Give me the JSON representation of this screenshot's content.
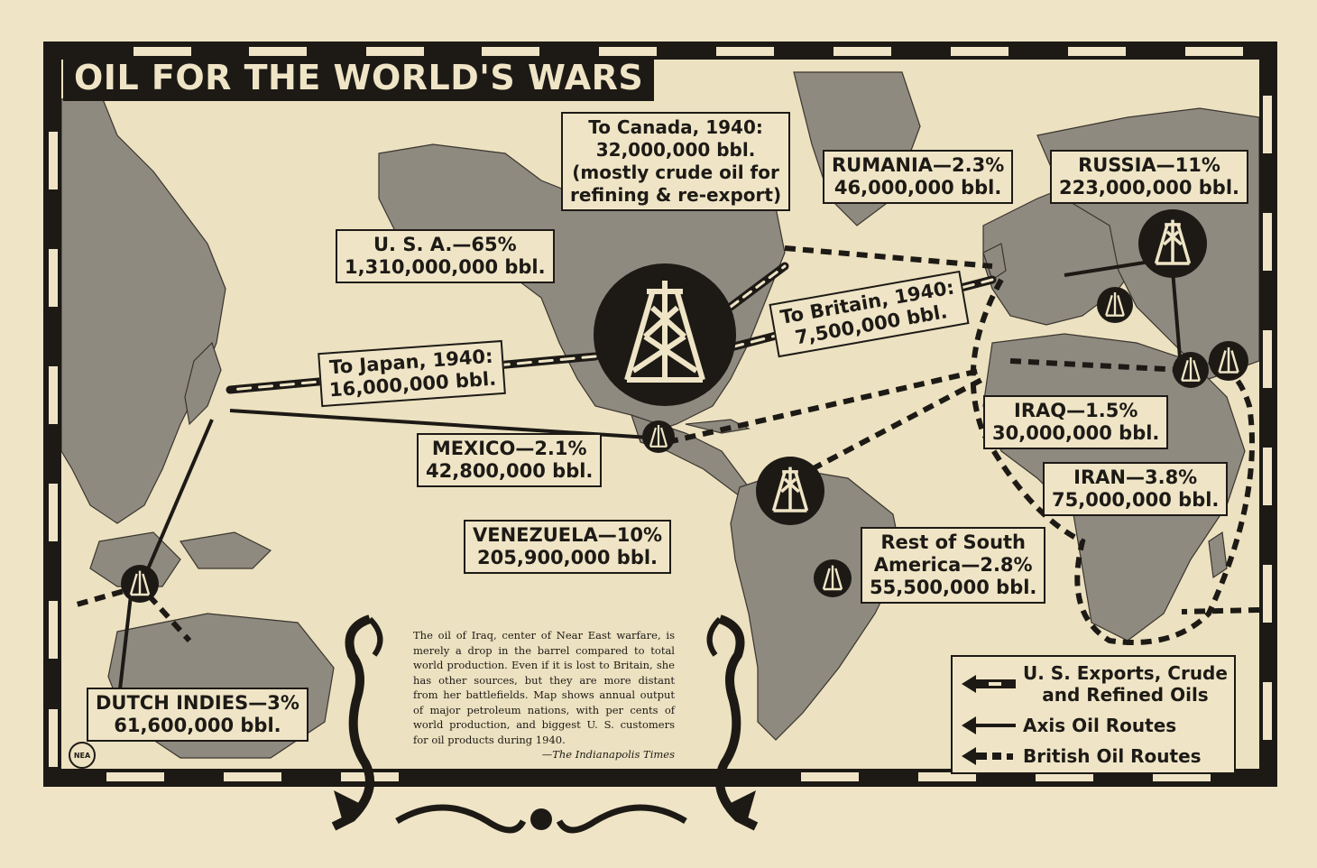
{
  "title": "OIL FOR THE WORLD'S WARS",
  "labels": {
    "usa": {
      "line1": "U. S. A.—65%",
      "line2": "1,310,000,000 bbl."
    },
    "canada": {
      "line1": "To Canada, 1940:",
      "line2": "32,000,000 bbl.",
      "line3": "(mostly crude oil for",
      "line4": "refining & re-export)"
    },
    "japan": {
      "line1": "To Japan, 1940:",
      "line2": "16,000,000 bbl."
    },
    "britain": {
      "line1": "To Britain, 1940:",
      "line2": "7,500,000 bbl."
    },
    "mexico": {
      "line1": "MEXICO—2.1%",
      "line2": "42,800,000 bbl."
    },
    "venezuela": {
      "line1": "VENEZUELA—10%",
      "line2": "205,900,000 bbl."
    },
    "south_america": {
      "line1": "Rest of South",
      "line2": "America—2.8%",
      "line3": "55,500,000 bbl."
    },
    "rumania": {
      "line1": "RUMANIA—2.3%",
      "line2": "46,000,000 bbl."
    },
    "russia": {
      "line1": "RUSSIA—11%",
      "line2": "223,000,000 bbl."
    },
    "iraq": {
      "line1": "IRAQ—1.5%",
      "line2": "30,000,000 bbl."
    },
    "iran": {
      "line1": "IRAN—3.8%",
      "line2": "75,000,000 bbl."
    },
    "dutch_indies": {
      "line1": "DUTCH INDIES—3%",
      "line2": "61,600,000 bbl."
    }
  },
  "legend": {
    "items": [
      {
        "icon": "us-export-arrow",
        "label_line1": "U. S. Exports, Crude",
        "label_line2": "and Refined Oils"
      },
      {
        "icon": "axis-route-arrow",
        "label_line1": "Axis Oil Routes"
      },
      {
        "icon": "british-route-arrow",
        "label_line1": "British Oil Routes"
      }
    ]
  },
  "caption": {
    "text": "The oil of Iraq, center of Near East warfare, is merely a drop in the barrel compared to total world production. Even if it is lost to Britain, she has other sources, but they are more distant from her battlefields. Map shows annual output of major petroleum nations, with per cents of world production, and biggest U. S. customers for oil products during 1940.",
    "source": "—The Indianapolis Times"
  },
  "credit": "NEA",
  "colors": {
    "paper": "#efe5c6",
    "ink": "#1d1a16",
    "land": "#8f8a80"
  }
}
